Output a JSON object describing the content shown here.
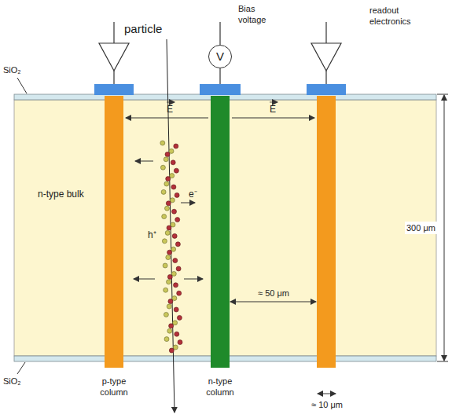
{
  "diagram": {
    "nodes": [
      {
        "text": [
          "n-type bulk"
        ]
      },
      {
        "text": [
          "V"
        ]
      }
    ],
    "labels": [
      "particle",
      "Bias voltage",
      "readout electronics",
      "SiO₂",
      "E",
      "E",
      "e⁻",
      "h⁺",
      "300 μm",
      "≈ 50 μm",
      "SiO₂",
      "p-type column",
      "n-type column",
      "≈ 10 μm"
    ]
  }
}
